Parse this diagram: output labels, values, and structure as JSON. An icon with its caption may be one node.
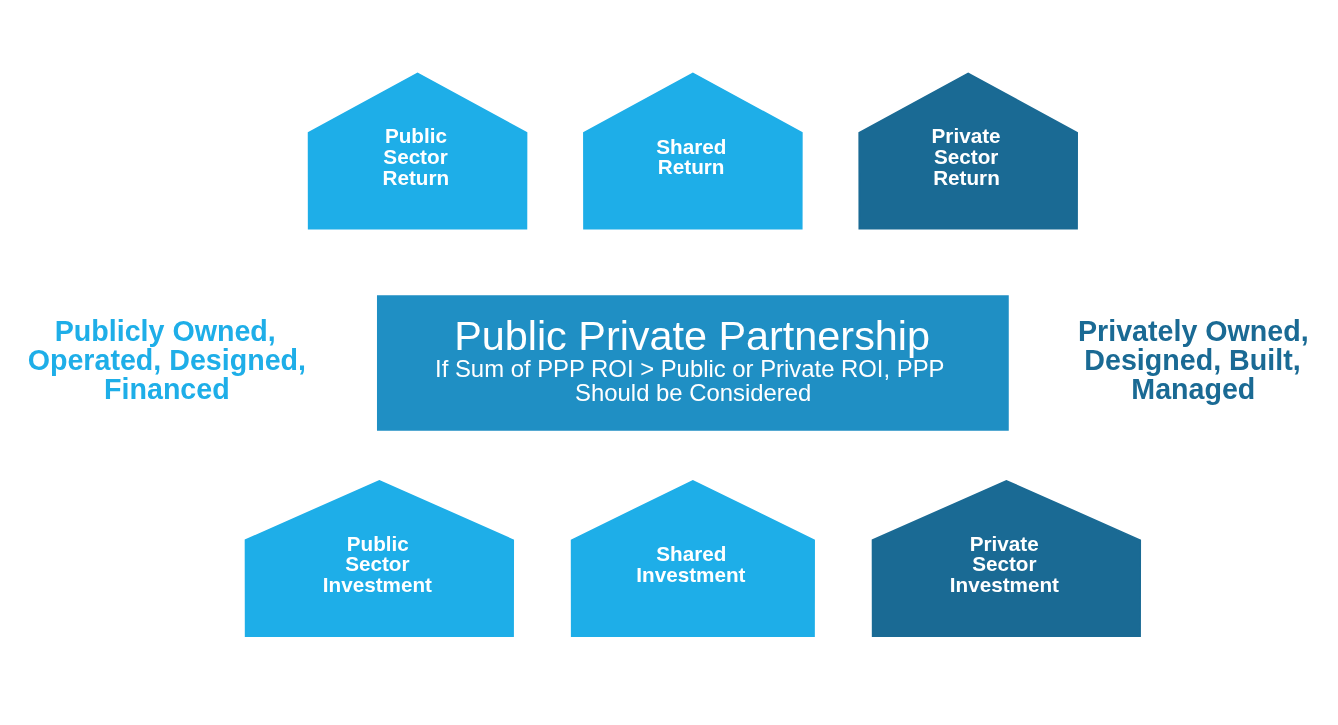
{
  "diagram": {
    "nodes": [
      {
        "text": [
          "Public Sector Return"
        ]
      },
      {
        "text": [
          "Shared Return"
        ]
      },
      {
        "text": [
          "Private Sector Return"
        ]
      },
      {
        "text": [
          "Public Private Partnership",
          "If Sum of PPP ROI > Public or Private ROI, PPP Should be Considered"
        ]
      },
      {
        "text": [
          "Public Sector Investment"
        ]
      },
      {
        "text": [
          "Shared Investment"
        ]
      },
      {
        "text": [
          "Private Sector Investment"
        ]
      }
    ],
    "labels": [
      "Publicly Owned, Operated, Designed, Financed",
      "Privately Owned, Designed, Built, Managed"
    ]
  }
}
